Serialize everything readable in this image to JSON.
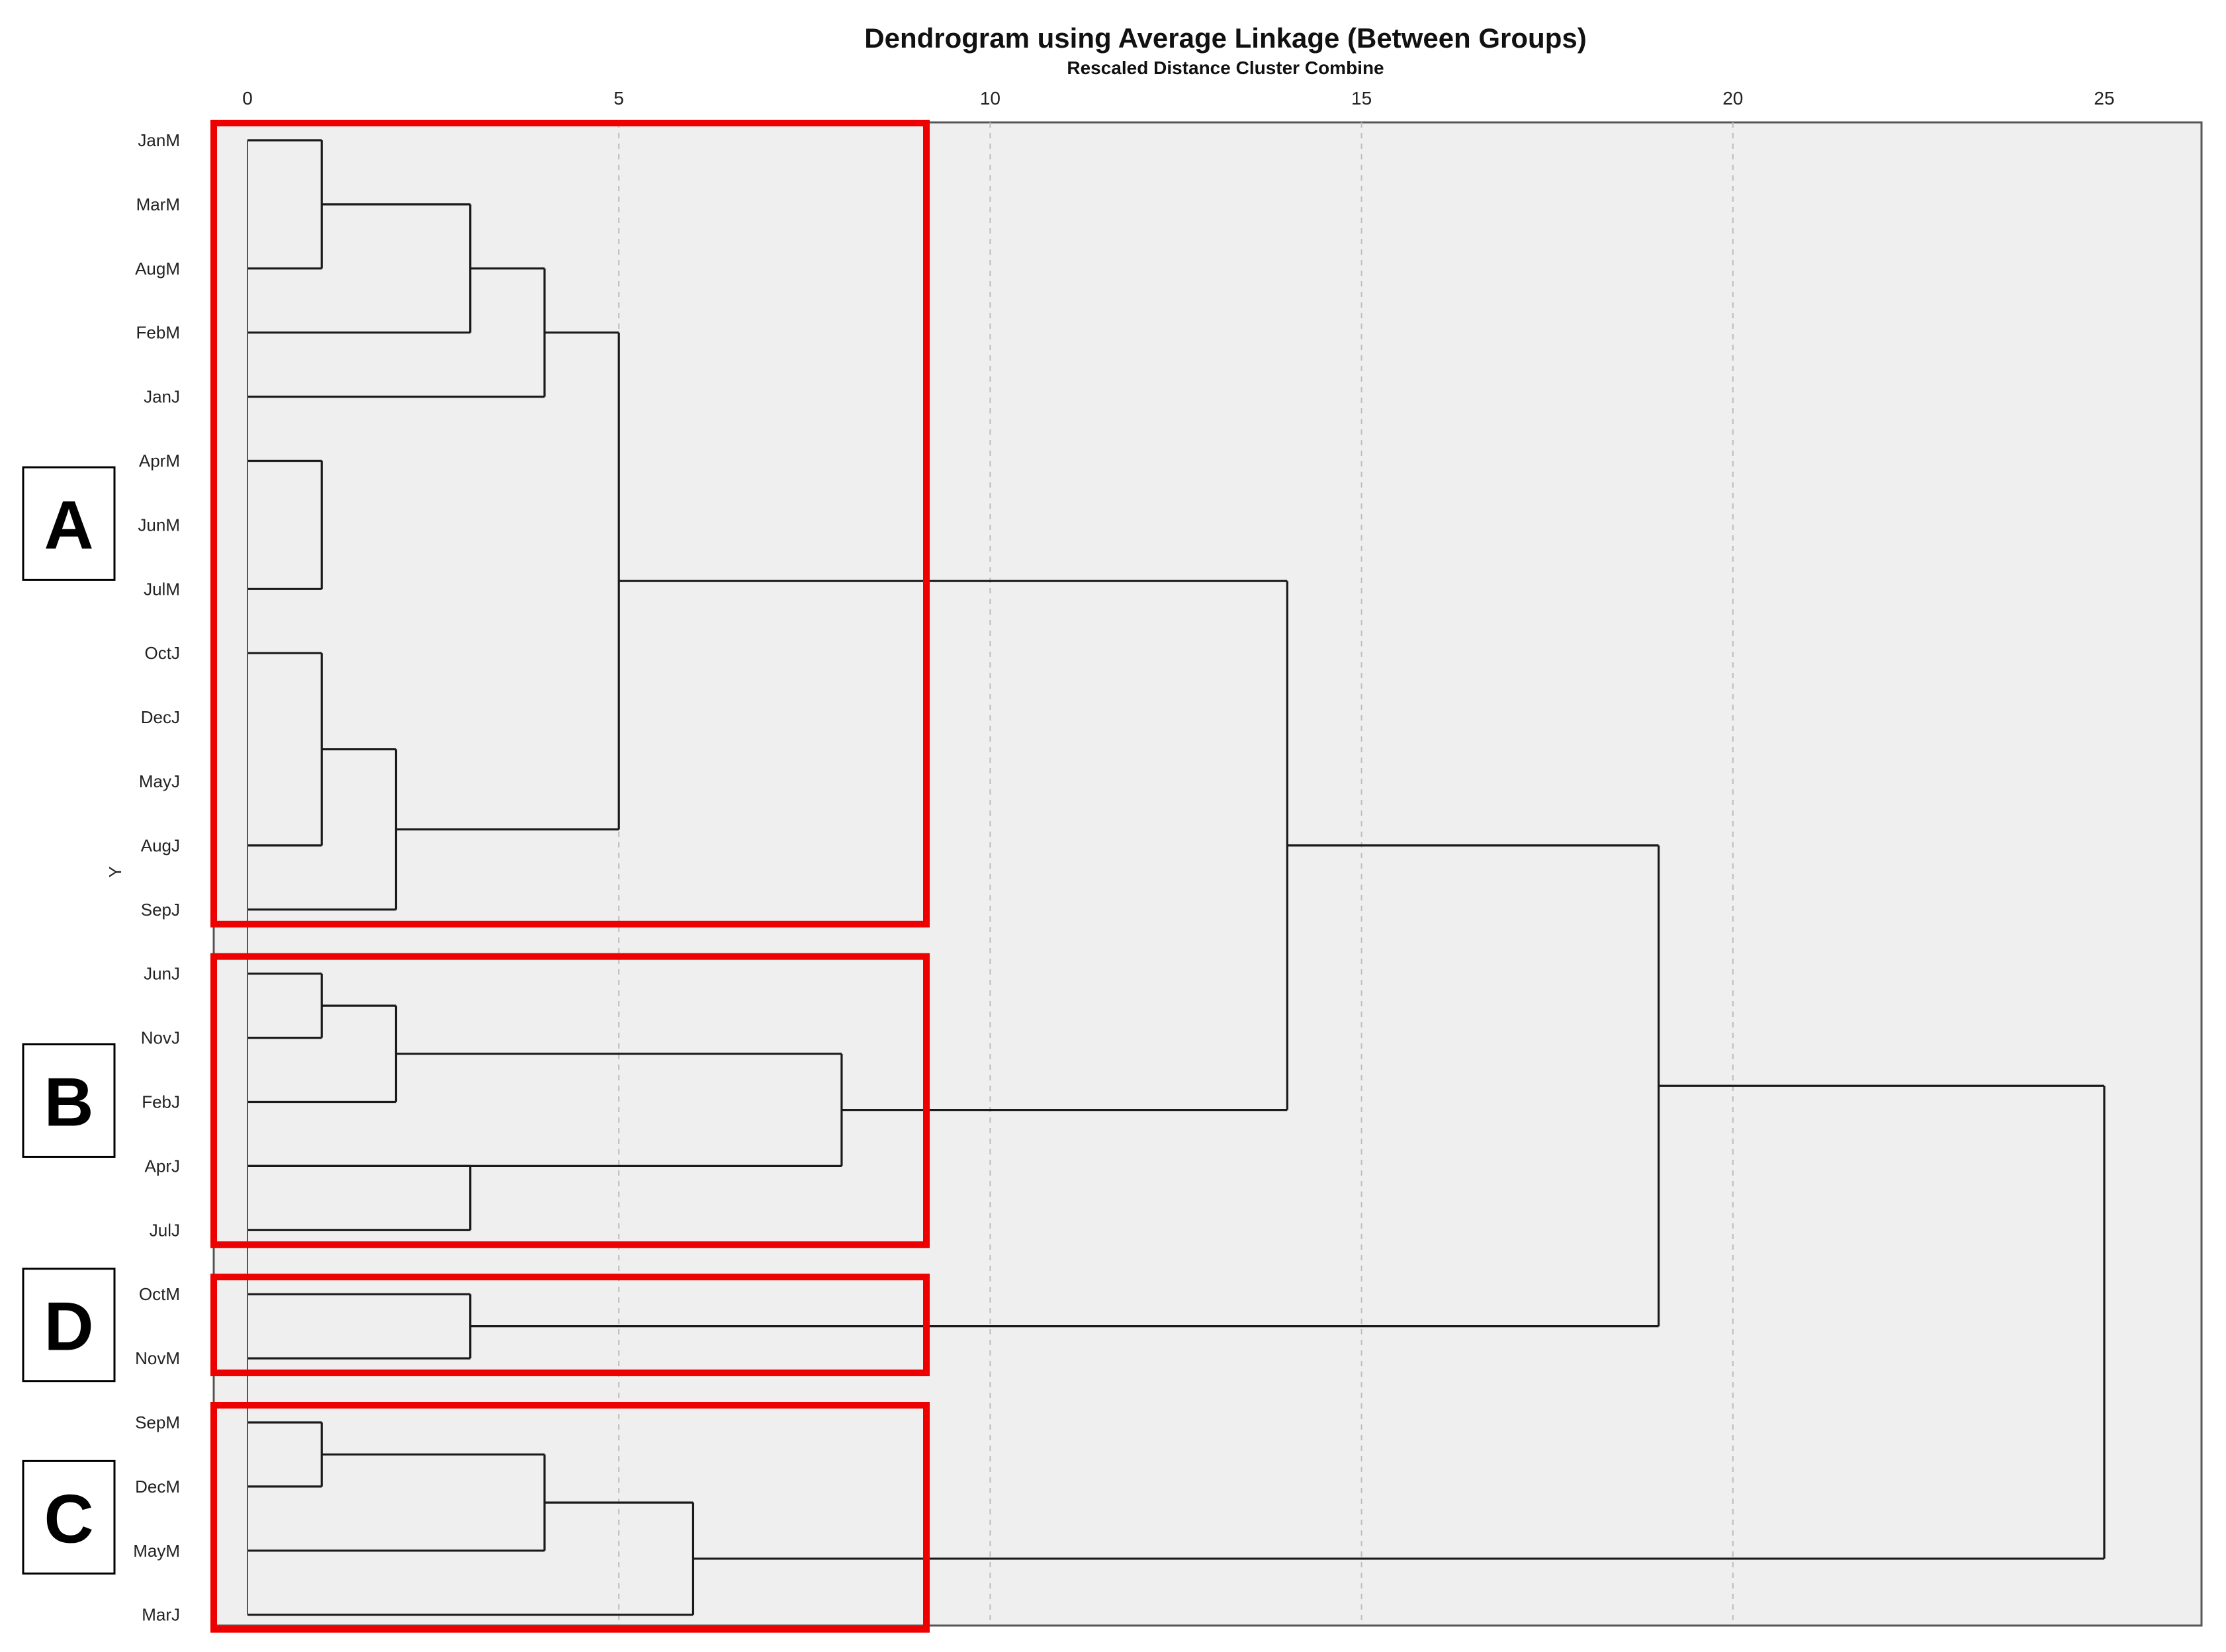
{
  "chart_data": {
    "type": "dendrogram",
    "title": "Dendrogram using Average Linkage (Between Groups)",
    "subtitle": "Rescaled Distance Cluster Combine",
    "ylabel": "Y",
    "xlim": [
      0,
      25
    ],
    "x_ticks": [
      0,
      5,
      10,
      15,
      20,
      25
    ],
    "grid": true,
    "leaves": [
      "JanM",
      "MarM",
      "AugM",
      "FebM",
      "JanJ",
      "AprM",
      "JunM",
      "JulM",
      "OctJ",
      "DecJ",
      "MayJ",
      "AugJ",
      "SepJ",
      "JunJ",
      "NovJ",
      "FebJ",
      "AprJ",
      "JulJ",
      "OctM",
      "NovM",
      "SepM",
      "DecM",
      "MayM",
      "MarJ"
    ],
    "merges": [
      {
        "id": "c1",
        "children": [
          "JanM",
          "AugM"
        ],
        "height": 1
      },
      {
        "id": "c2",
        "children": [
          "c1",
          "FebM"
        ],
        "height": 3
      },
      {
        "id": "c3",
        "children": [
          "c2",
          "JanJ"
        ],
        "height": 4
      },
      {
        "id": "c4",
        "children": [
          "AprM",
          "JulM"
        ],
        "height": 1
      },
      {
        "id": "c5",
        "children": [
          "OctJ",
          "AugJ"
        ],
        "height": 1
      },
      {
        "id": "c6",
        "children": [
          "c5",
          "SepJ"
        ],
        "height": 2
      },
      {
        "id": "c7",
        "children": [
          "c3",
          "c6"
        ],
        "height": 5
      },
      {
        "id": "c8",
        "children": [
          "JunJ",
          "NovJ"
        ],
        "height": 1
      },
      {
        "id": "c9",
        "children": [
          "c8",
          "FebJ"
        ],
        "height": 2
      },
      {
        "id": "c10",
        "children": [
          "AprJ",
          "JulJ"
        ],
        "height": 3
      },
      {
        "id": "c11",
        "children": [
          "c9",
          "AprJ"
        ],
        "height": 8
      },
      {
        "id": "c12",
        "children": [
          "c7",
          "c11"
        ],
        "height": 14
      },
      {
        "id": "c13",
        "children": [
          "OctM",
          "NovM"
        ],
        "height": 3
      },
      {
        "id": "c14",
        "children": [
          "c12",
          "c13"
        ],
        "height": 19
      },
      {
        "id": "c15",
        "children": [
          "SepM",
          "DecM"
        ],
        "height": 1
      },
      {
        "id": "c16",
        "children": [
          "c15",
          "MayM"
        ],
        "height": 4
      },
      {
        "id": "c17",
        "children": [
          "c16",
          "MarJ"
        ],
        "height": 6
      },
      {
        "id": "c18",
        "children": [
          "c14",
          "c17"
        ],
        "height": 25
      }
    ],
    "cluster_groups": [
      {
        "label": "A",
        "leaves": [
          "JanM",
          "MarM",
          "AugM",
          "FebM",
          "JanJ",
          "AprM",
          "JunM",
          "JulM",
          "OctJ",
          "DecJ",
          "MayJ",
          "AugJ",
          "SepJ"
        ]
      },
      {
        "label": "B",
        "leaves": [
          "JunJ",
          "NovJ",
          "FebJ",
          "AprJ",
          "JulJ"
        ]
      },
      {
        "label": "D",
        "leaves": [
          "OctM",
          "NovM"
        ]
      },
      {
        "label": "C",
        "leaves": [
          "SepM",
          "DecM",
          "MayM",
          "MarJ"
        ]
      }
    ]
  },
  "colors": {
    "plot_background": "#efefef",
    "tree_line": "#1a1a1a",
    "grid_line": "#bdbdbd",
    "group_box": "#ee0000",
    "label_box_border": "#000000"
  }
}
